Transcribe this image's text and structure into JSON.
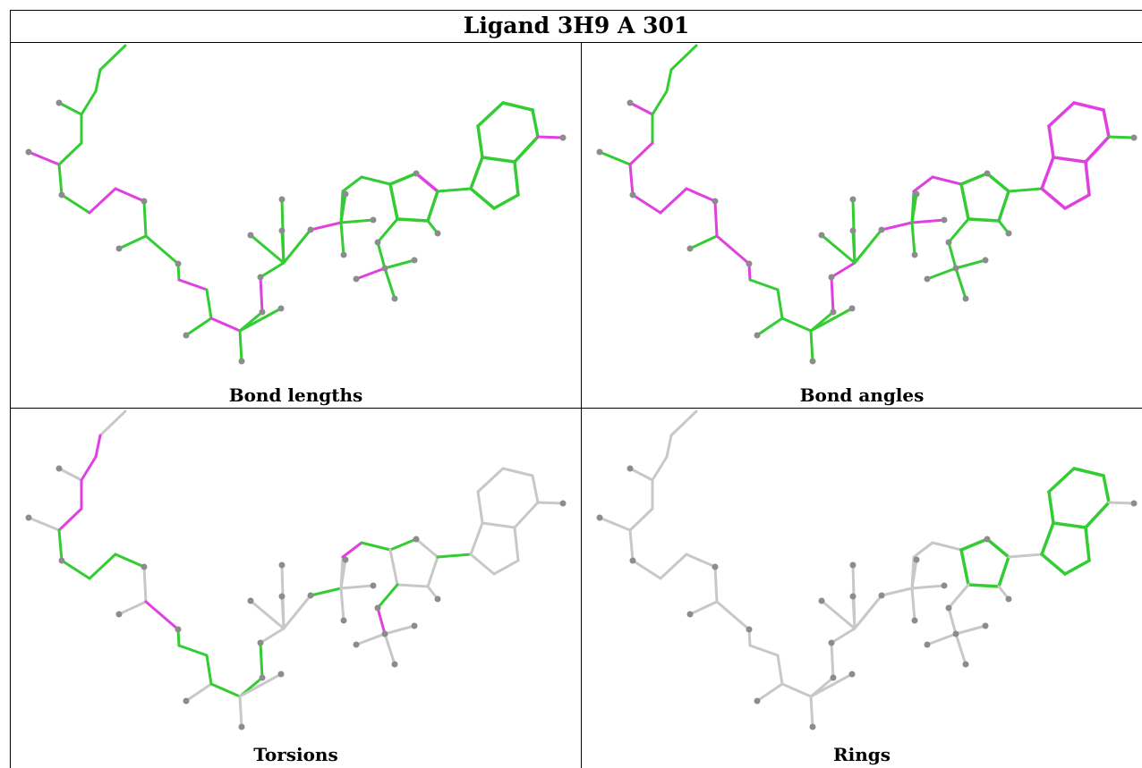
{
  "title": "Ligand 3H9 A 301",
  "colors": {
    "good": "#33cc33",
    "outlier": "#e040e0",
    "neutral": "#c8c8c8",
    "atom": "#8c8c8c",
    "border": "#000000"
  },
  "panels": [
    {
      "caption": "Bond lengths"
    },
    {
      "caption": "Bond angles"
    },
    {
      "caption": "Torsions"
    },
    {
      "caption": "Rings"
    }
  ]
}
